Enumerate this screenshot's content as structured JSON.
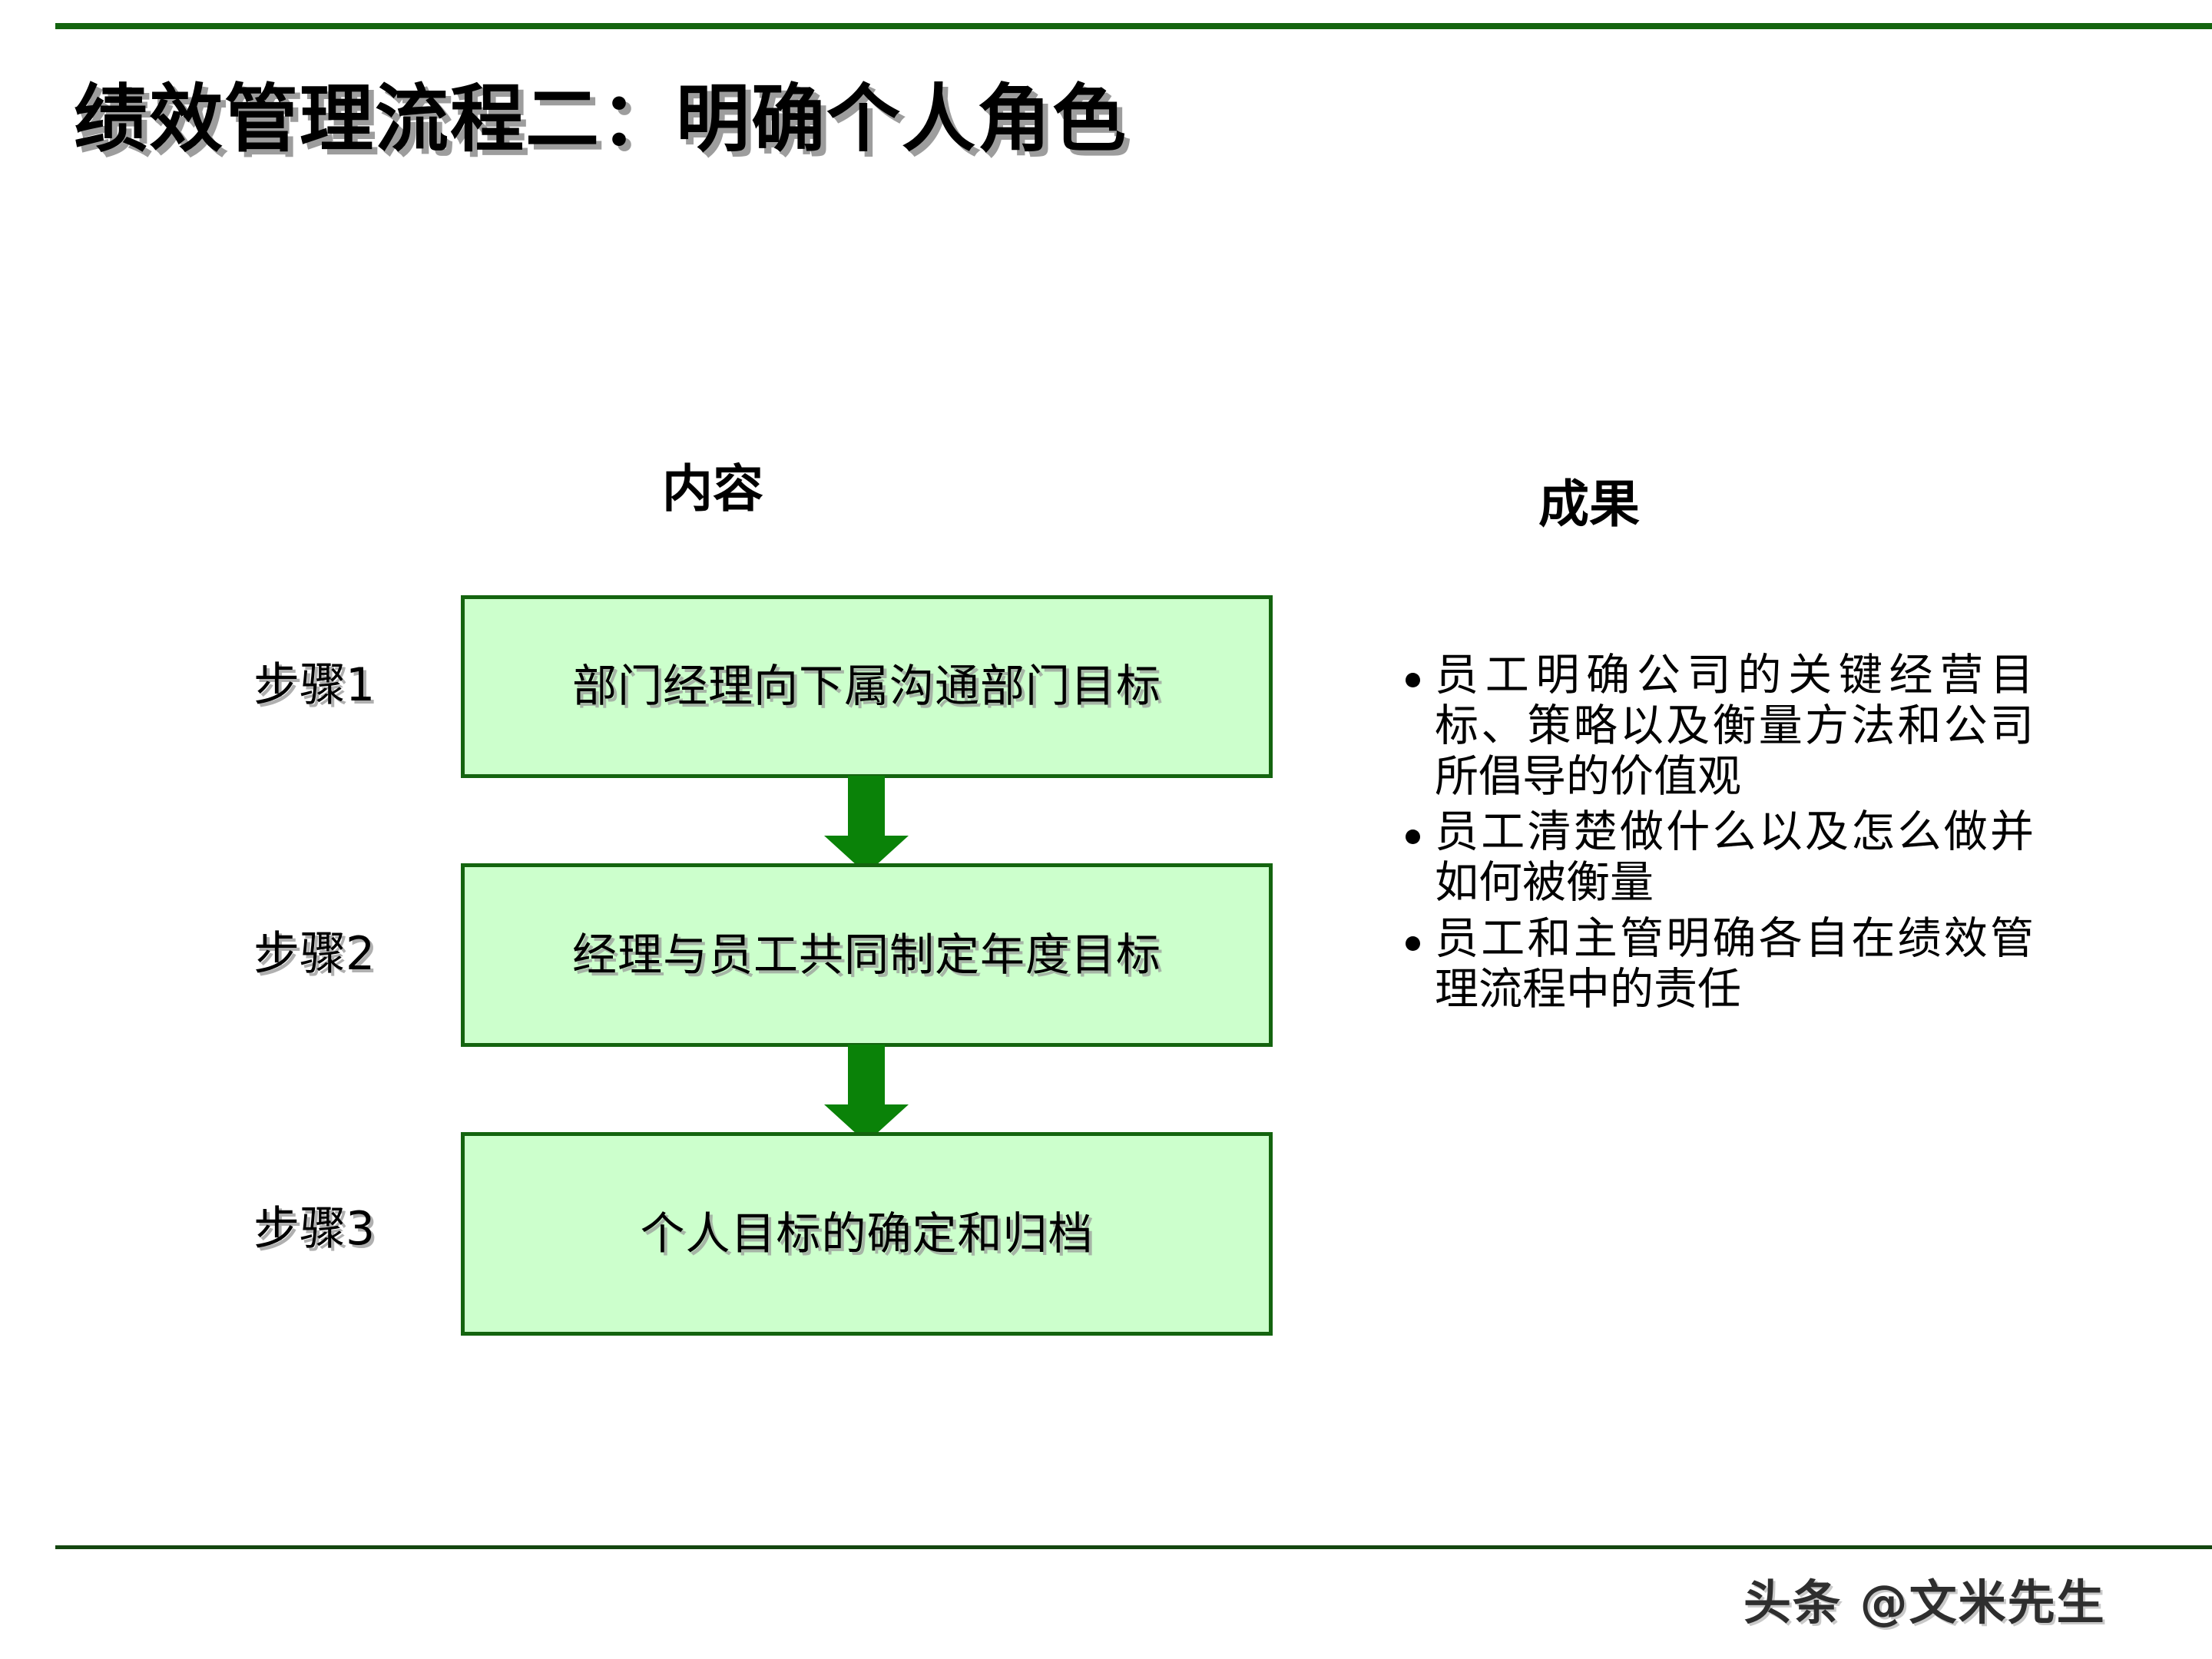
{
  "slide": {
    "title": "绩效管理流程二：明确个人角色",
    "accent_color": "#14640f",
    "box_fill_color": "#ccffcc",
    "box_border_color": "#14640f",
    "arrow_color": "#0a8208"
  },
  "columns": {
    "content_header": "内容",
    "result_header": "成果"
  },
  "steps": [
    {
      "label": "步骤1",
      "text": "部门经理向下属沟通部门目标"
    },
    {
      "label": "步骤2",
      "text": "经理与员工共同制定年度目标"
    },
    {
      "label": "步骤3",
      "text": "个人目标的确定和归档"
    }
  ],
  "outcomes": [
    "员工明确公司的关键经营目标、策略以及衡量方法和公司所倡导的价值观",
    "员工清楚做什么以及怎么做并如何被衡量",
    "员工和主管明确各自在绩效管理流程中的责任"
  ],
  "footer": {
    "watermark": "头条 @文米先生"
  }
}
